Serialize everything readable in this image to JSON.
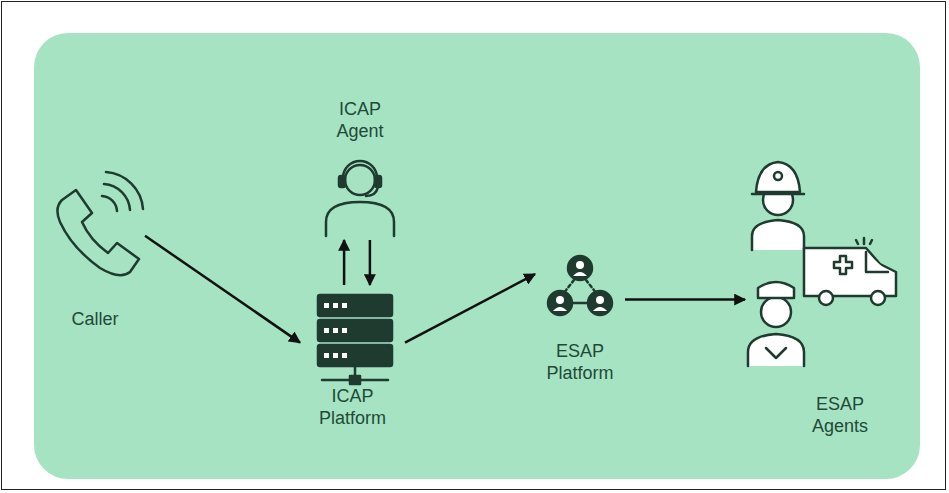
{
  "diagram": {
    "nodes": [
      {
        "text": [
          "Caller"
        ]
      },
      {
        "text": [
          "ICAP Agent"
        ]
      },
      {
        "text": [
          "ICAP Platform"
        ]
      },
      {
        "text": [
          "ESAP Platform"
        ]
      },
      {
        "text": [
          "ESAP Agents"
        ]
      }
    ],
    "edges": [
      {
        "from": 0,
        "to": 2,
        "arrow": "to"
      },
      {
        "from": 2,
        "to": 1,
        "arrow": "to"
      },
      {
        "from": 1,
        "to": 2,
        "arrow": "to"
      },
      {
        "from": 2,
        "to": 3,
        "arrow": "to"
      },
      {
        "from": 3,
        "to": 4,
        "arrow": "to"
      }
    ]
  }
}
